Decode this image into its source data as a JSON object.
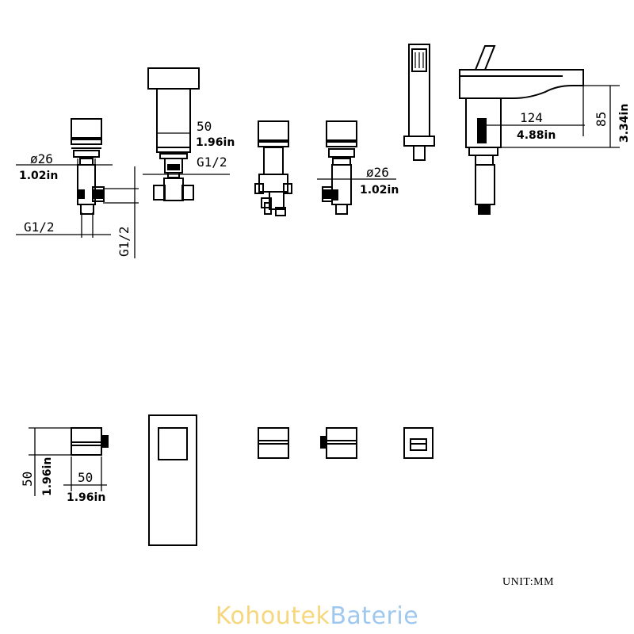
{
  "dimensions": {
    "diverter_dia_mm": "ø26",
    "diverter_dia_in": "1.02in",
    "diverter_thread_h": "G1/2",
    "diverter_thread_v": "G1/2",
    "handshower_width_mm": "50",
    "handshower_width_in": "1.96in",
    "handshower_thread": "G1/2",
    "valve_dia_mm": "ø26",
    "valve_dia_in": "1.02in",
    "spout_reach_mm": "124",
    "spout_reach_in": "4.88in",
    "spout_height_mm": "85",
    "spout_height_in": "3.34in",
    "plan_height_mm": "50",
    "plan_height_in": "1.96in",
    "plan_width_mm": "50",
    "plan_width_in": "1.96in"
  },
  "unit_label": "UNIT:MM",
  "watermark": {
    "part1": "Kohoutek",
    "part2": "Baterie"
  }
}
